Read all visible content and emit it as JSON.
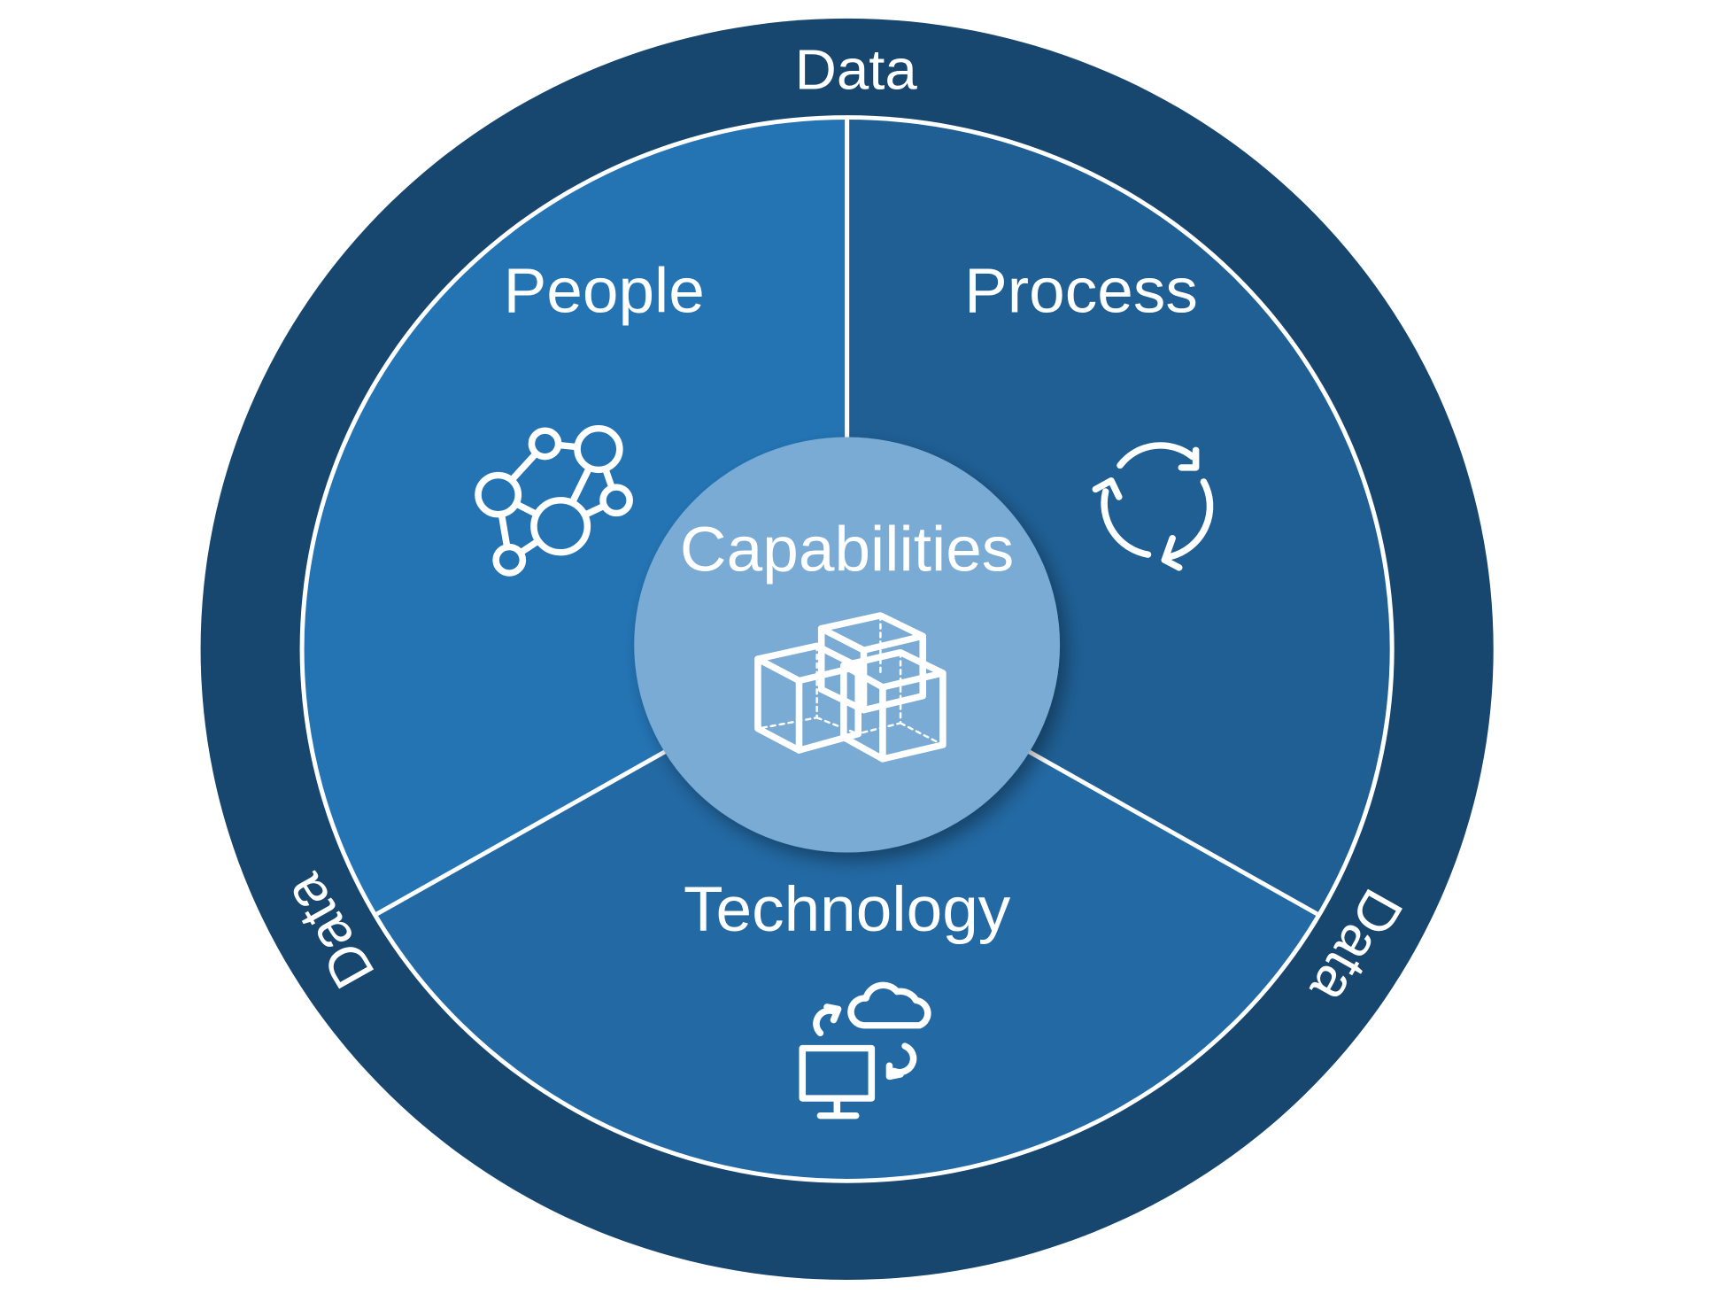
{
  "ring": {
    "label_top": "Data",
    "label_left": "Data",
    "label_right": "Data"
  },
  "segments": [
    {
      "label": "People",
      "icon": "people-network-icon",
      "color": "#2474b4"
    },
    {
      "label": "Process",
      "icon": "cycle-arrows-icon",
      "color": "#1f5f94"
    },
    {
      "label": "Technology",
      "icon": "cloud-computer-sync-icon",
      "color": "#2369a3"
    }
  ],
  "center": {
    "label": "Capabilities",
    "icon": "stacked-cubes-icon",
    "color": "#7aabd4"
  },
  "colors": {
    "ring": "#17466e",
    "divider": "#ffffff"
  }
}
